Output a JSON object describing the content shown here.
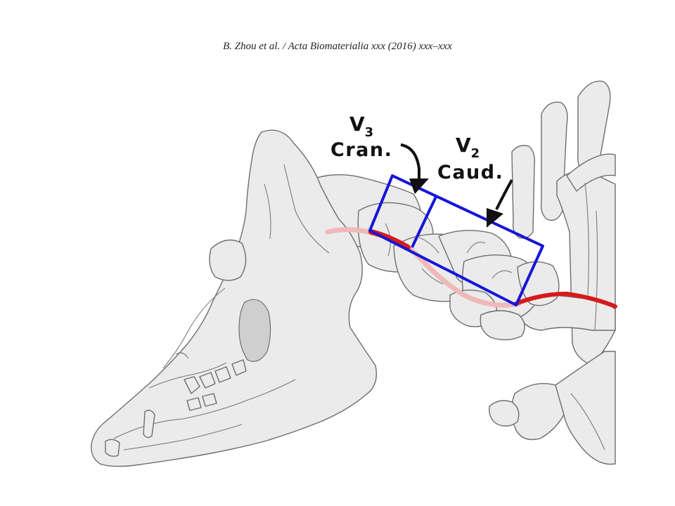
{
  "header": {
    "citation": "B. Zhou et al. / Acta Biomaterialia xxx (2016) xxx–xxx"
  },
  "labels": {
    "v3": {
      "main": "V",
      "sub": "3",
      "region": "Cran."
    },
    "v2": {
      "main": "V",
      "sub": "2",
      "region": "Caud."
    }
  },
  "colors": {
    "box_outline": "#1515d8",
    "artery": "#d61a1a",
    "artery_faded": "#f0b8b8",
    "bone_fill": "#ebebeb",
    "bone_outline": "#6e6e6e"
  }
}
